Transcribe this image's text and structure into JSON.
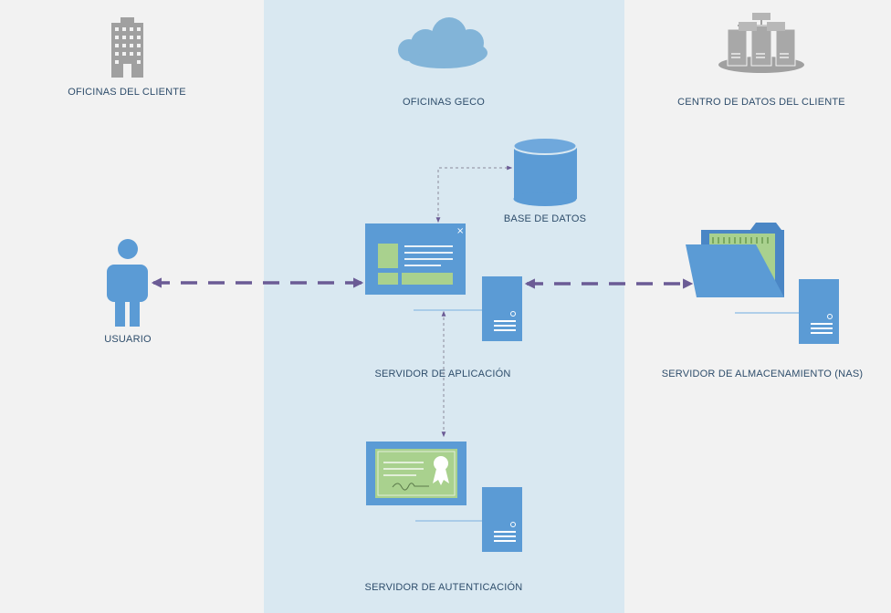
{
  "zones": {
    "left": "OFICINAS DEL CLIENTE",
    "middle": "OFICINAS GECO",
    "right": "CENTRO DE DATOS DEL CLIENTE"
  },
  "nodes": {
    "user": "USUARIO",
    "database": "BASE DE DATOS",
    "app_server": "SERVIDOR DE APLICACIÓN",
    "nas_server": "SERVIDOR DE ALMACENAMIENTO (NAS)",
    "auth_server": "SERVIDOR DE AUTENTICACIÓN"
  },
  "colors": {
    "background": "#f2f2f2",
    "middle_zone": "#d9e8f1",
    "icon_blue": "#5b9bd5",
    "icon_gray": "#a0a0a0",
    "accent_green": "#a9d18e",
    "arrow": "#6b5b95",
    "label_text": "#2e4d6b"
  },
  "icons": {
    "building": "building-icon",
    "cloud": "cloud-icon",
    "datacenter": "datacenter-icon",
    "user": "user-icon",
    "database": "database-icon",
    "app_window": "app-window-icon",
    "folder": "folder-icon",
    "certificate": "certificate-icon",
    "server": "server-icon"
  }
}
